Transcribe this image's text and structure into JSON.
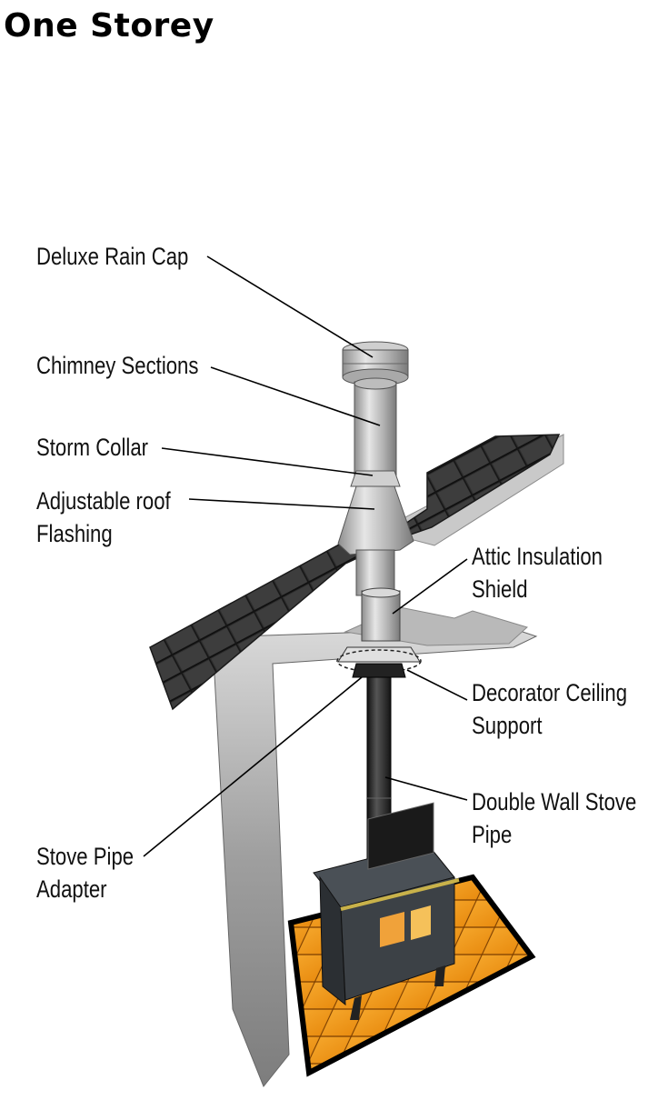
{
  "title": "One Storey",
  "labels": {
    "rain_cap": "Deluxe Rain Cap",
    "chimney_sections": "Chimney Sections",
    "storm_collar": "Storm Collar",
    "roof_flashing_1": "Adjustable roof",
    "roof_flashing_2": "Flashing",
    "attic_shield_1": "Attic Insulation",
    "attic_shield_2": "Shield",
    "ceiling_support_1": "Decorator Ceiling",
    "ceiling_support_2": "Support",
    "stove_pipe_1": "Double Wall Stove",
    "stove_pipe_2": "Pipe",
    "adapter_1": "Stove Pipe",
    "adapter_2": "Adapter"
  },
  "colors": {
    "roof_shingle": "#333333",
    "floor_tile": "#f29a1c",
    "wall": "#9a9a9a",
    "chimney": "#b8b8b8",
    "stove": "#3c4146",
    "fire": "#f0a23a"
  }
}
